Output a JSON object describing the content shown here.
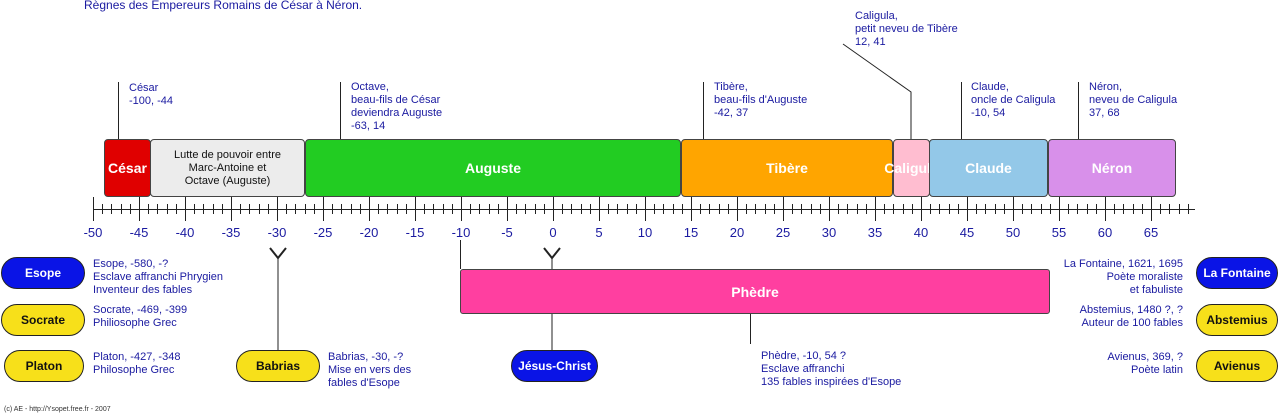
{
  "title": "Règnes des Empereurs Romains de César à Néron.",
  "reigns": [
    {
      "name": "César",
      "color": "#e00000",
      "label_color": "#ffffff"
    },
    {
      "name": "Lutte de pouvoir entre\nMarc-Antoine et\nOctave (Auguste)",
      "color": "#ececec",
      "label_color": "#111111"
    },
    {
      "name": "Auguste",
      "color": "#22cc22",
      "label_color": "#ffffff"
    },
    {
      "name": "Tibère",
      "color": "#ffa500",
      "label_color": "#ffffff"
    },
    {
      "name": "Caligula",
      "color": "#ffbdd0",
      "label_color": "#ffffff"
    },
    {
      "name": "Claude",
      "color": "#93c8e8",
      "label_color": "#ffffff"
    },
    {
      "name": "Néron",
      "color": "#d890ea",
      "label_color": "#ffffff"
    }
  ],
  "reign_notes": {
    "cesar": "César\n-100, -44",
    "octave": "Octave,\nbeau-fils de César\ndeviendra Auguste\n-63, 14",
    "tibere": "Tibère,\nbeau-fils d'Auguste\n-42, 37",
    "caligula": "Caligula,\npetit neveu de Tibère\n12, 41",
    "claude": "Claude,\noncle de Caligula\n-10, 54",
    "neron": "Néron,\nneveu de Caligula\n37, 68"
  },
  "axis_ticks": [
    "-50",
    "-45",
    "-40",
    "-35",
    "-30",
    "-25",
    "-20",
    "-15",
    "-10",
    "-5",
    "0",
    "5",
    "10",
    "15",
    "20",
    "25",
    "30",
    "35",
    "40",
    "45",
    "50",
    "55",
    "60",
    "65"
  ],
  "phedre": {
    "name": "Phèdre",
    "color": "#ff3fa0",
    "note": "Phèdre, -10, 54 ?\nEsclave affranchi\n135 fables inspirées d'Esope"
  },
  "left_authors": [
    {
      "name": "Esope",
      "style": "blue",
      "note": "Esope, -580, -?\nEsclave affranchi Phrygien\nInventeur des fables"
    },
    {
      "name": "Socrate",
      "style": "yellow",
      "note": "Socrate, -469, -399\nPhiliosophe Grec"
    },
    {
      "name": "Platon",
      "style": "yellow",
      "note": "Platon, -427, -348\nPhilosophe Grec"
    }
  ],
  "babrias": {
    "name": "Babrias",
    "note": "Babrias, -30, -?\nMise en vers des\nfables d'Esope"
  },
  "jesus": {
    "name": "Jésus-Christ"
  },
  "right_authors": [
    {
      "name": "La Fontaine",
      "style": "blue",
      "note": "La Fontaine, 1621, 1695\nPoète moraliste\net fabuliste"
    },
    {
      "name": "Abstemius",
      "style": "yellow",
      "note": "Abstemius, 1480 ?, ?\nAuteur de 100 fables"
    },
    {
      "name": "Avienus",
      "style": "yellow",
      "note": "Avienus, 369, ?\nPoète latin"
    }
  ],
  "footer": "(c) AE - http://Ysopet.free.fr - 2007"
}
